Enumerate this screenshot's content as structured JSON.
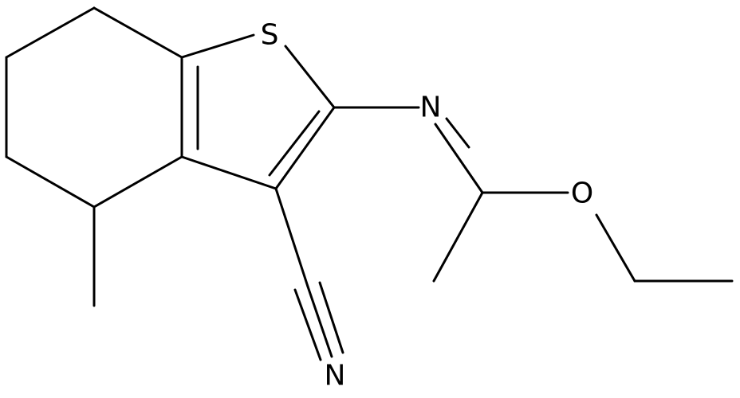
{
  "diagram_type": "chemical-structure",
  "atoms": {
    "sulfur": "S",
    "imine_nitrogen": "N",
    "ether_oxygen": "O",
    "nitrile_nitrogen": "N"
  },
  "colors": {
    "background": "#ffffff",
    "line": "#000000"
  }
}
